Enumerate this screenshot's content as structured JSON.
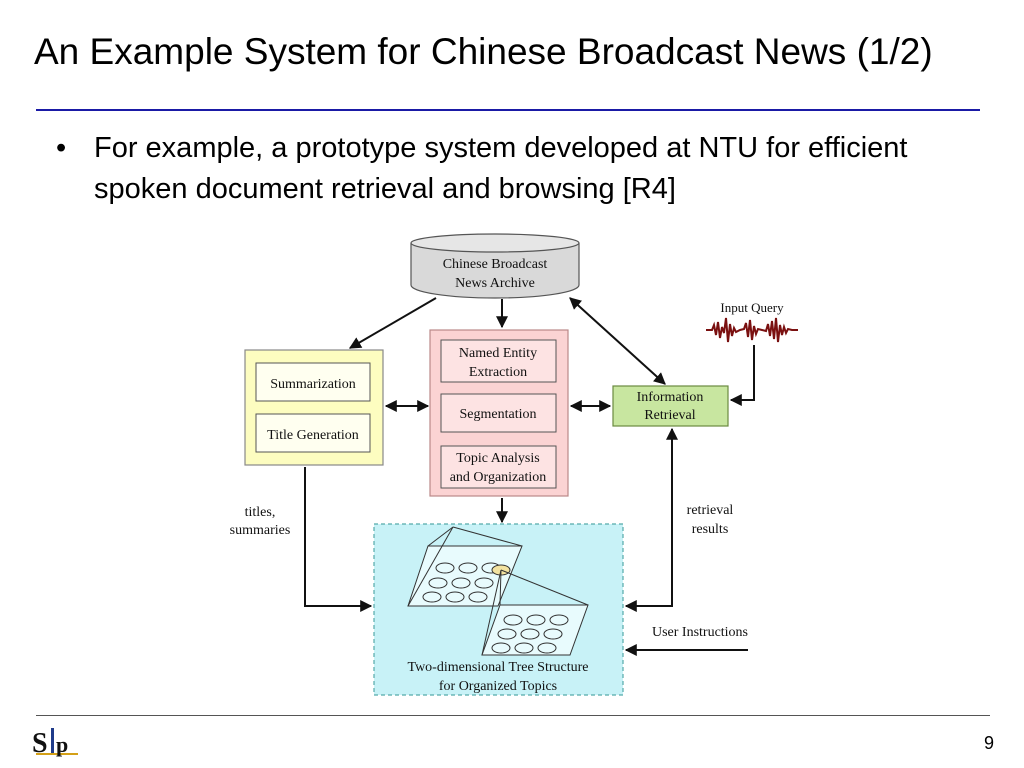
{
  "slide": {
    "title": "An Example System for Chinese Broadcast News (1/2)",
    "bullet_symbol": "•",
    "bullet_text": "For example, a prototype system developed at NTU for efficient spoken document retrieval and browsing [R4]",
    "page_number": "9",
    "logo_text": "SLP"
  },
  "diagram": {
    "archive": [
      "Chinese Broadcast",
      "News Archive"
    ],
    "summarization": "Summarization",
    "title_generation": "Title Generation",
    "named_entity": [
      "Named Entity",
      "Extraction"
    ],
    "segmentation": "Segmentation",
    "topic_analysis": [
      "Topic Analysis",
      "and Organization"
    ],
    "information_retrieval": [
      "Information",
      "Retrieval"
    ],
    "input_query": "Input Query",
    "titles_summaries": [
      "titles,",
      "summaries"
    ],
    "retrieval_results": [
      "retrieval",
      "results"
    ],
    "user_instructions": "User Instructions",
    "tree_structure": [
      "Two-dimensional Tree Structure",
      "for Organized Topics"
    ]
  },
  "colors": {
    "title_rule": "#1a1aa6",
    "yellow_box": "#fdfdc0",
    "pink_box": "#fbd3d3",
    "green_box": "#c8e6a0",
    "cyan_box": "#c8f2f7",
    "archive_fill": "#d9d9d9",
    "waveform": "#7a1010"
  }
}
